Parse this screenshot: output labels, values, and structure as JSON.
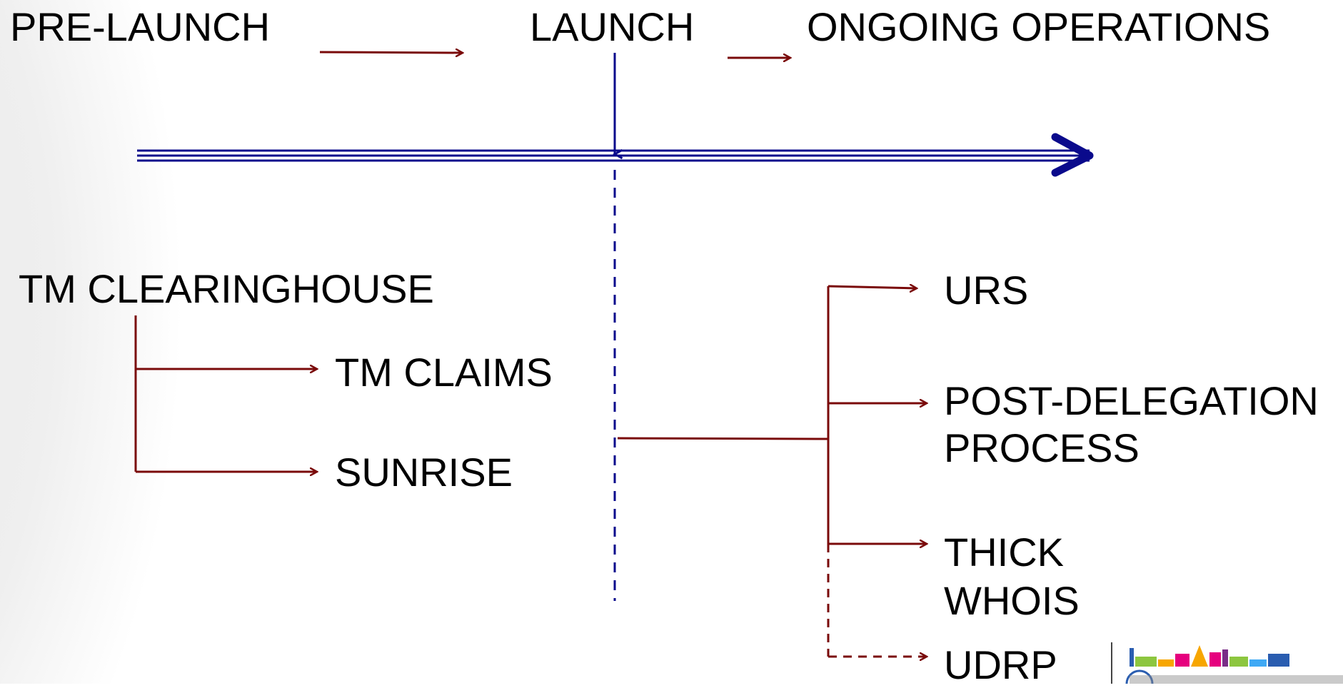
{
  "colors": {
    "timeline": "#0a0a8c",
    "connector": "#7a0a0a",
    "text": "#000000",
    "logo": [
      "#2a5db0",
      "#8dc63f",
      "#e6007e",
      "#f7a600",
      "#7a2d87",
      "#3fa9f5"
    ]
  },
  "phases": {
    "pre_launch": "PRE-LAUNCH",
    "launch": "LAUNCH",
    "ongoing": "ONGOING OPERATIONS"
  },
  "pre_launch_branch": {
    "root": "TM CLEARINGHOUSE",
    "items": [
      "TM CLAIMS",
      "SUNRISE"
    ]
  },
  "post_launch_branch": {
    "items": [
      {
        "lines": [
          "URS"
        ]
      },
      {
        "lines": [
          "POST-DELEGATION",
          "PROCESS"
        ]
      },
      {
        "lines": [
          "THICK",
          "WHOIS"
        ]
      },
      {
        "lines": [
          "UDRP"
        ],
        "dashed": true
      }
    ]
  }
}
